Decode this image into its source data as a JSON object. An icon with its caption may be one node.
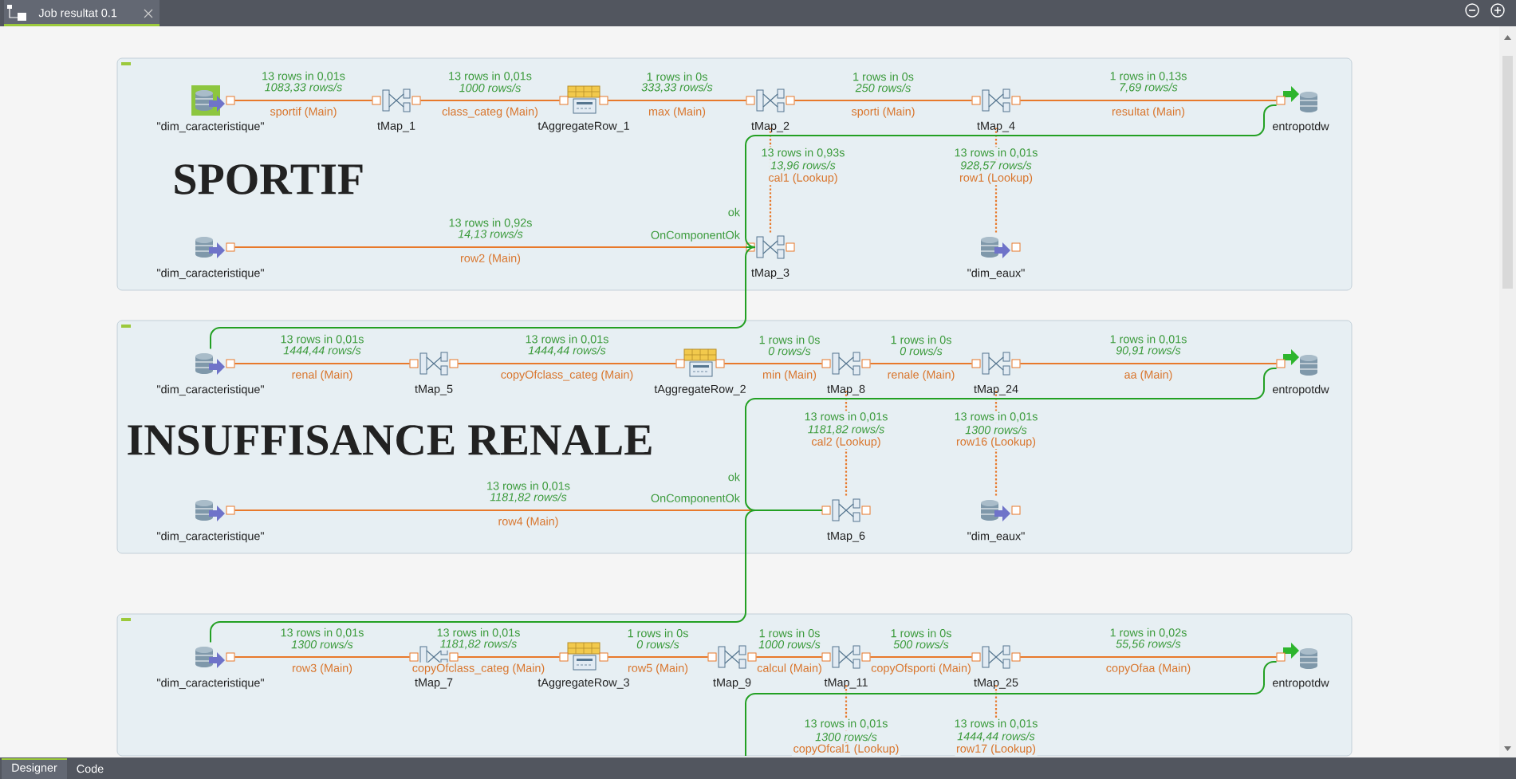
{
  "diagram": {
    "nodes": [
      {
        "text": [
          "SPORTIF"
        ]
      },
      {
        "text": [
          "\"dim_caracteristique\""
        ],
        "in": 0
      },
      {
        "text": [
          "tMap_1"
        ],
        "in": 0
      },
      {
        "text": [
          "tAggregateRow_1"
        ],
        "in": 0
      },
      {
        "text": [
          "tMap_2"
        ],
        "in": 0
      },
      {
        "text": [
          "tMap_4"
        ],
        "in": 0
      },
      {
        "text": [
          "entropotdw"
        ],
        "in": 0
      },
      {
        "text": [
          "\"dim_caracteristique\""
        ],
        "in": 0
      },
      {
        "text": [
          "tMap_3"
        ],
        "in": 0
      },
      {
        "text": [
          "\"dim_eaux\""
        ],
        "in": 0
      },
      {
        "text": [
          "INSUFFISANCE RENALE"
        ]
      },
      {
        "text": [
          "\"dim_caracteristique\""
        ],
        "in": 10
      },
      {
        "text": [
          "tMap_5"
        ],
        "in": 10
      },
      {
        "text": [
          "tAggregateRow_2"
        ],
        "in": 10
      },
      {
        "text": [
          "tMap_8"
        ],
        "in": 10
      },
      {
        "text": [
          "tMap_24"
        ],
        "in": 10
      },
      {
        "text": [
          "entropotdw"
        ],
        "in": 10
      },
      {
        "text": [
          "\"dim_caracteristique\""
        ],
        "in": 10
      },
      {
        "text": [
          "tMap_6"
        ],
        "in": 10
      },
      {
        "text": [
          "\"dim_eaux\""
        ],
        "in": 10
      },
      {
        "text": [],
        "shape": "box"
      },
      {
        "text": [
          "\"dim_caracteristique\""
        ],
        "in": 20
      },
      {
        "text": [
          "tMap_7"
        ],
        "in": 20
      },
      {
        "text": [
          "tAggregateRow_3"
        ],
        "in": 20
      },
      {
        "text": [
          "tMap_9"
        ],
        "in": 20
      },
      {
        "text": [
          "tMap_11"
        ],
        "in": 20
      },
      {
        "text": [
          "tMap_25"
        ],
        "in": 20
      },
      {
        "text": [
          "entropotdw"
        ],
        "in": 20
      }
    ],
    "edges": [
      {
        "from": 1,
        "to": 2,
        "arrow": "none",
        "label": "sportif (Main)"
      },
      {
        "from": 2,
        "to": 3,
        "arrow": "none",
        "label": "class_categ (Main)"
      },
      {
        "from": 3,
        "to": 4,
        "arrow": "none",
        "label": "max (Main)"
      },
      {
        "from": 4,
        "to": 5,
        "arrow": "none",
        "label": "sporti (Main)"
      },
      {
        "from": 5,
        "to": 6,
        "arrow": "none",
        "label": "resultat (Main)"
      },
      {
        "from": 7,
        "to": 8,
        "arrow": "none",
        "label": "row2 (Main)"
      },
      {
        "from": 8,
        "to": 4,
        "arrow": "none",
        "label": "cal1 (Lookup)",
        "style": "dashed"
      },
      {
        "from": 9,
        "to": 5,
        "arrow": "none",
        "label": "row1 (Lookup)",
        "style": "dashed"
      },
      {
        "from": 11,
        "to": 12,
        "arrow": "none",
        "label": "renal (Main)"
      },
      {
        "from": 12,
        "to": 13,
        "arrow": "none",
        "label": "copyOfclass_categ (Main)"
      },
      {
        "from": 13,
        "to": 14,
        "arrow": "none",
        "label": "min (Main)"
      },
      {
        "from": 14,
        "to": 15,
        "arrow": "none",
        "label": "renale (Main)"
      },
      {
        "from": 15,
        "to": 16,
        "arrow": "none",
        "label": "aa (Main)"
      },
      {
        "from": 17,
        "to": 18,
        "arrow": "none",
        "label": "row4 (Main)"
      },
      {
        "from": 18,
        "to": 14,
        "arrow": "none",
        "label": "cal2 (Lookup)",
        "style": "dashed"
      },
      {
        "from": 19,
        "to": 15,
        "arrow": "none",
        "label": "row16 (Lookup)",
        "style": "dashed"
      },
      {
        "from": 21,
        "to": 22,
        "arrow": "none",
        "label": "row3 (Main)"
      },
      {
        "from": 22,
        "to": 23,
        "arrow": "none",
        "label": "copyOfclass_categ (Main)"
      },
      {
        "from": 23,
        "to": 24,
        "arrow": "none",
        "label": "row5 (Main)"
      },
      {
        "from": 24,
        "to": 25,
        "arrow": "none",
        "label": "calcul (Main)"
      },
      {
        "from": 25,
        "to": 26,
        "arrow": "none",
        "label": "copyOfsporti (Main)"
      },
      {
        "from": 26,
        "to": 27,
        "arrow": "none",
        "label": "copyOfaa (Main)"
      },
      {
        "from": null,
        "to": 25,
        "arrow": "none",
        "label": "copyOfcal1 (Lookup)",
        "style": "dashed"
      },
      {
        "from": null,
        "to": 26,
        "arrow": "none",
        "label": "row17 (Lookup)",
        "style": "dashed"
      },
      {
        "from": 8,
        "to": 6,
        "arrow": "none",
        "label": "ok",
        "color": "#23a023"
      },
      {
        "from": 8,
        "to": 11,
        "arrow": "none",
        "label": "OnComponentOk",
        "color": "#23a023"
      },
      {
        "from": 18,
        "to": 16,
        "arrow": "none",
        "label": "ok",
        "color": "#23a023"
      },
      {
        "from": 18,
        "to": 21,
        "arrow": "none",
        "label": "OnComponentOk",
        "color": "#23a023"
      },
      {
        "from": null,
        "to": 27,
        "arrow": "none",
        "color": "#23a023"
      }
    ],
    "labels": [
      "Job resultat 0.1",
      "13 rows in 0,01s",
      "1083,33 rows/s",
      "13 rows in 0,01s",
      "1000 rows/s",
      "1 rows in 0s",
      "333,33 rows/s",
      "1 rows in 0s",
      "250 rows/s",
      "1 rows in 0,13s",
      "7,69 rows/s",
      "13 rows in 0,92s",
      "14,13 rows/s",
      "13 rows in 0,93s",
      "13,96 rows/s",
      "13 rows in 0,01s",
      "928,57 rows/s",
      "13 rows in 0,01s",
      "1444,44 rows/s",
      "13 rows in 0,01s",
      "1444,44 rows/s",
      "1 rows in 0s",
      "0 rows/s",
      "1 rows in 0s",
      "0 rows/s",
      "1 rows in 0,01s",
      "90,91 rows/s",
      "13 rows in 0,01s",
      "1181,82 rows/s",
      "13 rows in 0,01s",
      "1181,82 rows/s",
      "13 rows in 0,01s",
      "1300 rows/s",
      "13 rows in 0,01s",
      "1300 rows/s",
      "13 rows in 0,01s",
      "1181,82 rows/s",
      "1 rows in 0s",
      "0 rows/s",
      "1 rows in 0s",
      "1000 rows/s",
      "1 rows in 0s",
      "500 rows/s",
      "1 rows in 0,02s",
      "55,56 rows/s",
      "13 rows in 0,01s",
      "1300 rows/s",
      "13 rows in 0,01s",
      "1444,44 rows/s",
      "Designer",
      "Code"
    ]
  }
}
